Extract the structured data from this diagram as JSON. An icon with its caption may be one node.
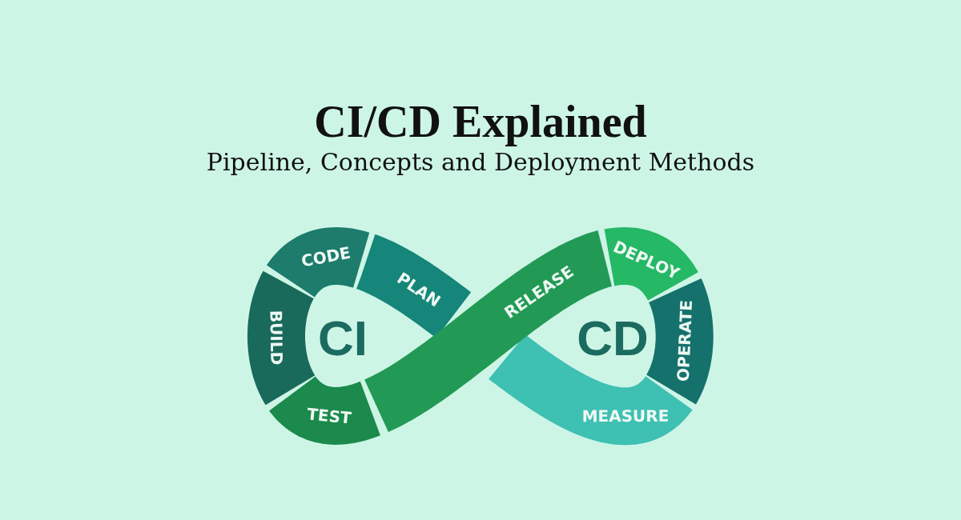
{
  "diagram": {
    "title": "CI/CD Explained",
    "nodes": [
      {
        "text": [
          "CODE"
        ]
      },
      {
        "text": [
          "PLAN"
        ]
      },
      {
        "text": [
          "DEPLOY"
        ]
      },
      {
        "text": [
          "RELEASE"
        ]
      },
      {
        "text": [
          "OPERATE"
        ]
      },
      {
        "text": [
          "BUILD"
        ]
      },
      {
        "text": [
          "MEASURE"
        ]
      },
      {
        "text": [
          "TEST"
        ]
      }
    ],
    "labels": [
      "Pipeline, Concepts and Deployment Methods",
      "CI",
      "CD"
    ]
  }
}
